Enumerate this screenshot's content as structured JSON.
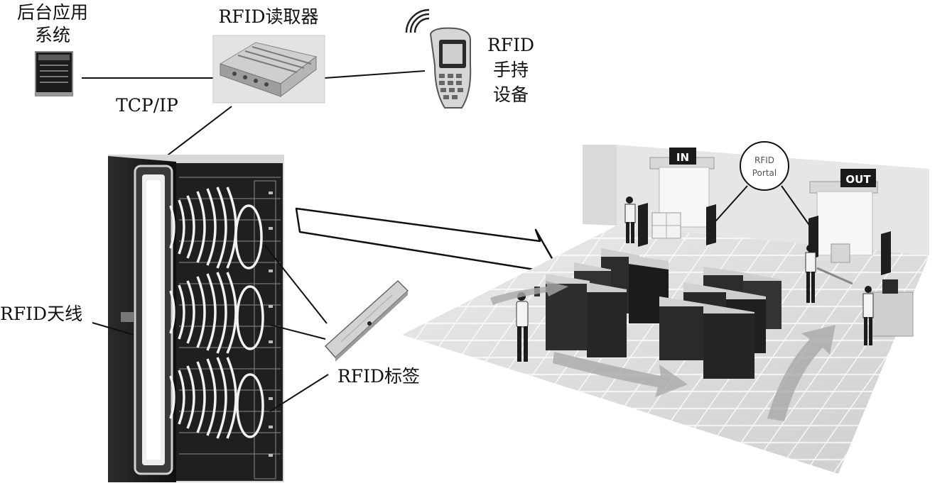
{
  "labels": {
    "backend_line1": "后台应用",
    "backend_line2": "系统",
    "reader": "RFID读取器",
    "handheld_line1": "RFID",
    "handheld_line2": "手持",
    "handheld_line3": "设备",
    "protocol": "TCP/IP",
    "antenna": "RFID天线",
    "tag": "RFID标签",
    "door_in": "IN",
    "door_out": "OUT",
    "portal_line1": "RFID",
    "portal_line2": "Portal"
  }
}
